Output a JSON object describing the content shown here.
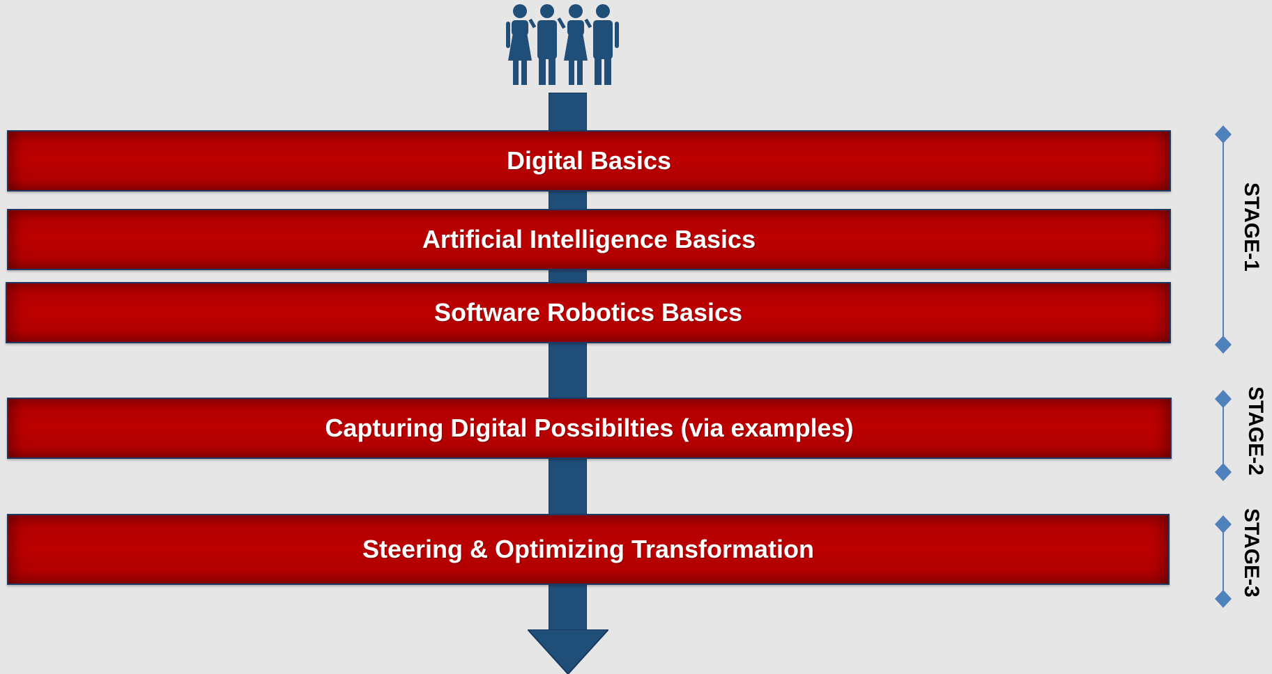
{
  "diagram": {
    "layers": [
      {
        "label": "Digital Basics"
      },
      {
        "label": "Artificial Intelligence Basics"
      },
      {
        "label": "Software Robotics Basics"
      },
      {
        "label": "Capturing Digital Possibilties (via examples)"
      },
      {
        "label": "Steering & Optimizing Transformation"
      }
    ],
    "stages": [
      {
        "label": "STAGE-1"
      },
      {
        "label": "STAGE-2"
      },
      {
        "label": "STAGE-3"
      }
    ],
    "colors": {
      "background": "#e6e6e6",
      "arrow": "#1f4e79",
      "band": "#b30000",
      "band_border": "#1f3864",
      "stage_marker": "#4f81bd",
      "people_icon": "#1f4e79"
    },
    "icons": {
      "top": "people-group-icon",
      "bottom": "arrow-down-icon",
      "stage_markers": "diamond-icon"
    }
  }
}
